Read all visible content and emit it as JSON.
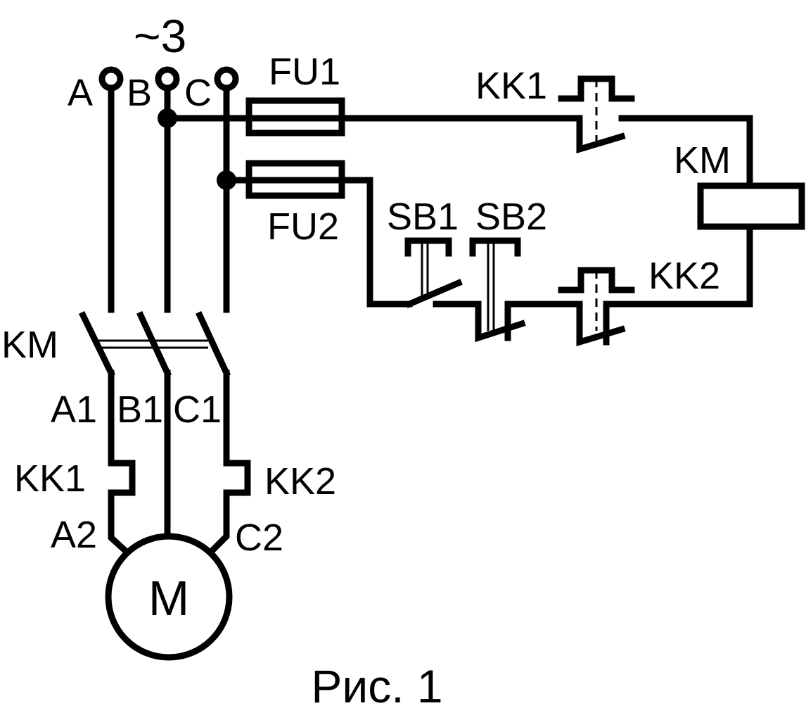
{
  "supply": {
    "label": "~3",
    "phase_a": "A",
    "phase_b": "B",
    "phase_c": "C"
  },
  "fuses": {
    "fu1": "FU1",
    "fu2": "FU2"
  },
  "control": {
    "kk1": "KK1",
    "kk2": "KK2",
    "coil": "KM",
    "sb1": "SB1",
    "sb2": "SB2"
  },
  "power": {
    "contactor": "KM",
    "a1": "A1",
    "b1": "B1",
    "c1": "C1",
    "kk1": "KK1",
    "kk2": "KK2",
    "a2": "A2",
    "c2": "C2"
  },
  "motor": {
    "label": "M"
  },
  "caption": "Рис. 1"
}
